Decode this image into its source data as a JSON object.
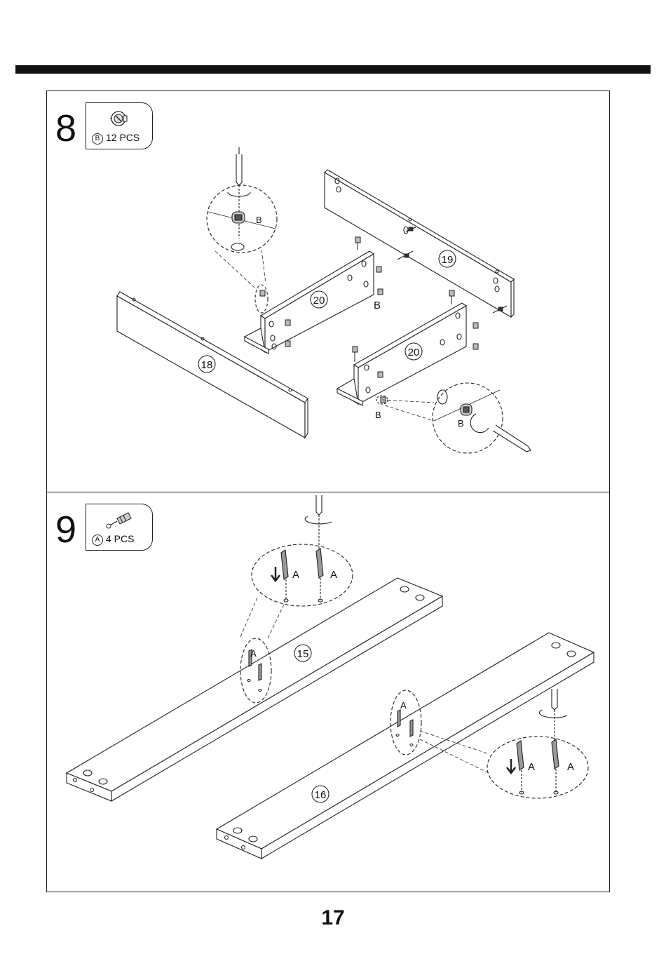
{
  "page": {
    "number": "17"
  },
  "steps": [
    {
      "number": "8",
      "hardware": {
        "letter": "B",
        "quantity": "12 PCS"
      },
      "part_labels": [
        "18",
        "19",
        "20",
        "20"
      ],
      "callouts": [
        "B",
        "B",
        "B",
        "B"
      ]
    },
    {
      "number": "9",
      "hardware": {
        "letter": "A",
        "quantity": "4 PCS"
      },
      "part_labels": [
        "15",
        "16"
      ],
      "callouts": [
        "A",
        "A",
        "A",
        "A",
        "A",
        "A"
      ]
    }
  ],
  "icons": {
    "cam_lock": "cam-lock-fitting-icon",
    "cam_bolt": "cam-bolt-icon",
    "screwdriver": "screwdriver-icon",
    "rotation_arrow": "rotate-arrow-icon",
    "insert_arrow": "down-arrow-icon"
  },
  "colors": {
    "line": "#222222",
    "rule": "#111111",
    "paper": "#ffffff"
  }
}
